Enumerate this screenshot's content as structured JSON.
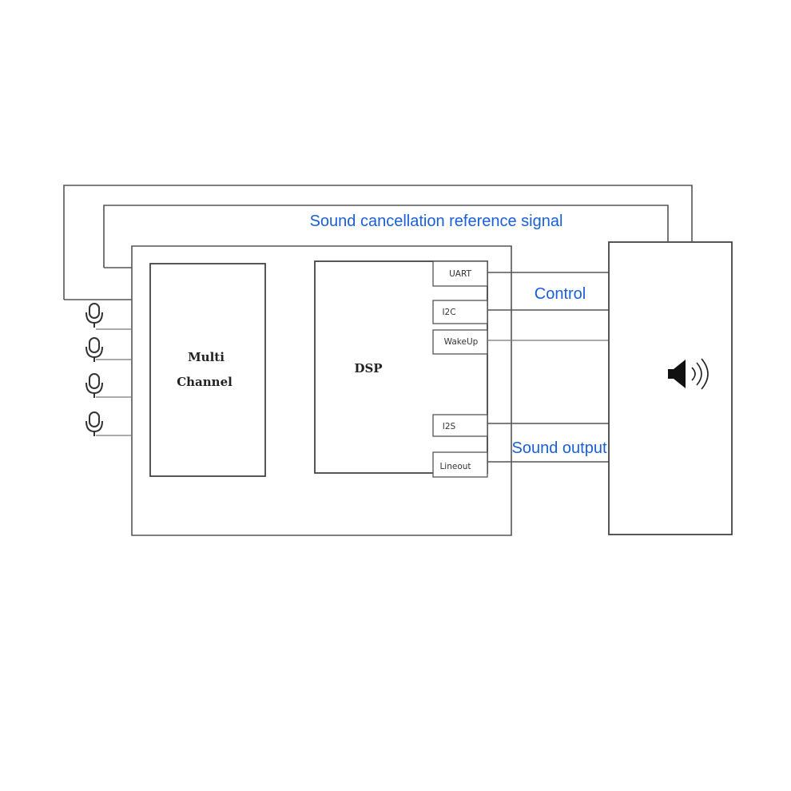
{
  "labels": {
    "reference_signal": "Sound cancellation reference signal",
    "control": "Control",
    "sound_output": "Sound output"
  },
  "blocks": {
    "multi_channel_line1": "Multi",
    "multi_channel_line2": "Channel",
    "dsp": "DSP"
  },
  "ports": {
    "uart": "UART",
    "i2c": "I2C",
    "wakeup": "WakeUp",
    "i2s": "I2S",
    "lineout": "Lineout"
  },
  "icons": {
    "microphone": "microphone-icon",
    "speaker": "speaker-icon"
  }
}
